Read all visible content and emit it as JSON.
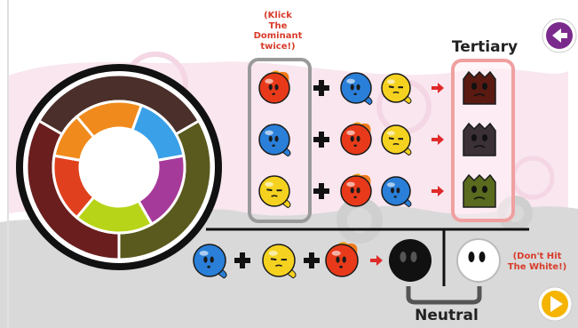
{
  "hints": {
    "dominant": [
      "(Klick",
      "The",
      "Dominant",
      "twice!)"
    ],
    "white": [
      "(Don't Hit",
      "The White!)"
    ]
  },
  "titles": {
    "tertiary": "Tertiary",
    "neutral": "Neutral"
  },
  "buttons": {
    "back_icon": "back-arrow-icon",
    "next_icon": "play-next-icon",
    "back_color": "#7a2a8c",
    "next_color": "#f4b400"
  },
  "colors": {
    "red": "#e83a1a",
    "blue": "#2a7fd8",
    "yellow": "#f5d21f",
    "tertiary_red": "#5a1a12",
    "tertiary_blue": "#3a3036",
    "tertiary_yellow": "#5a6a1e",
    "black": "#111111",
    "white": "#ffffff",
    "arrow": "#e02a2a",
    "dominant_frame": "#9a9a9a",
    "tertiary_frame": "#f0a0a0",
    "wheel_ring": "#111111"
  },
  "color_wheel": {
    "segments": [
      "dark-brown",
      "orange",
      "blue",
      "purple",
      "olive",
      "green-yellow",
      "red",
      "maroon"
    ]
  },
  "recipes": [
    {
      "dominant": "red",
      "adds": [
        "blue",
        "yellow"
      ],
      "result": "tertiary-red"
    },
    {
      "dominant": "blue",
      "adds": [
        "red",
        "yellow"
      ],
      "result": "tertiary-blue"
    },
    {
      "dominant": "yellow",
      "adds": [
        "red",
        "blue"
      ],
      "result": "tertiary-yellow"
    }
  ],
  "neutral_recipe": {
    "inputs": [
      "blue",
      "yellow",
      "red"
    ],
    "result": "black",
    "avoid": "white"
  }
}
